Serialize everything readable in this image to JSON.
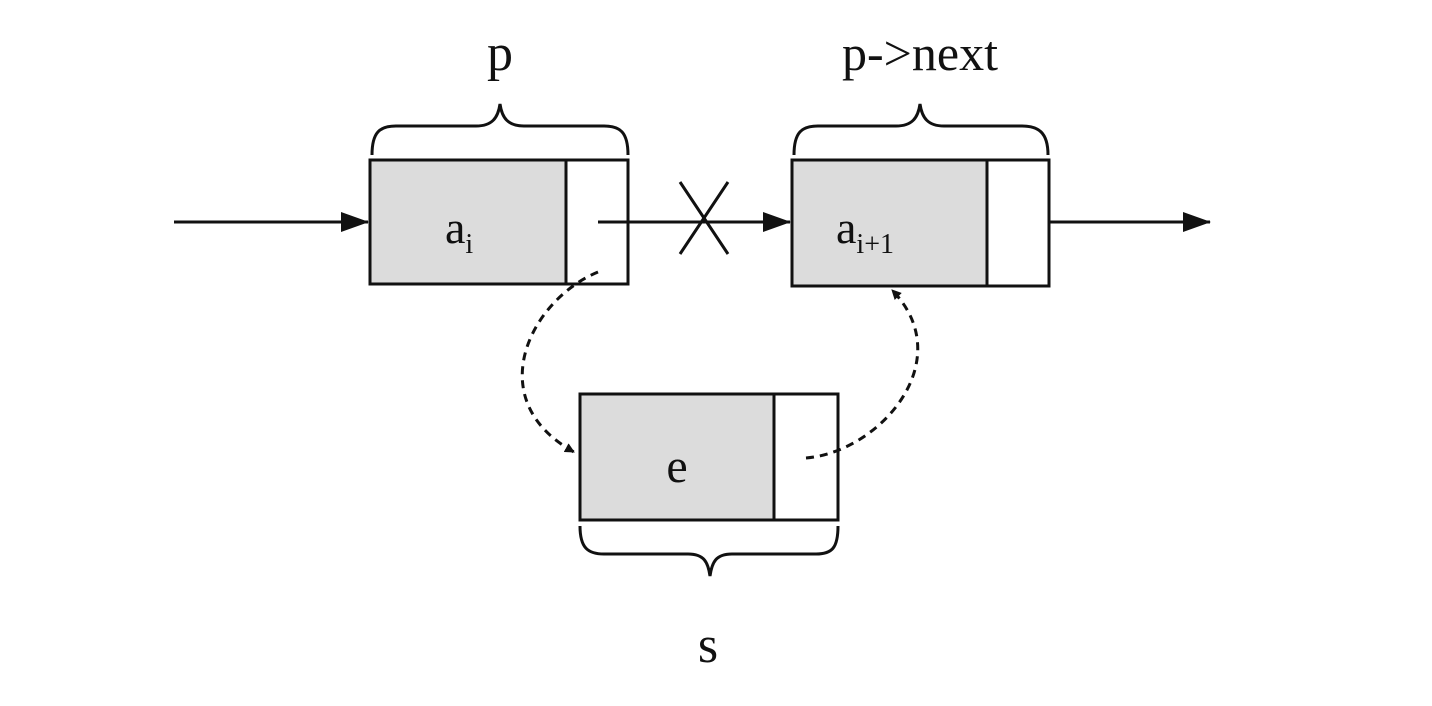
{
  "labels": {
    "p": "p",
    "p_next": "p->next",
    "s": "s"
  },
  "nodes": {
    "ai": {
      "base": "a",
      "sub": "i"
    },
    "ai1": {
      "base": "a",
      "sub": "i+1"
    },
    "e": {
      "base": "e"
    }
  },
  "colors": {
    "data_field": "#dcdcdc",
    "line": "#111111",
    "background": "#ffffff"
  }
}
